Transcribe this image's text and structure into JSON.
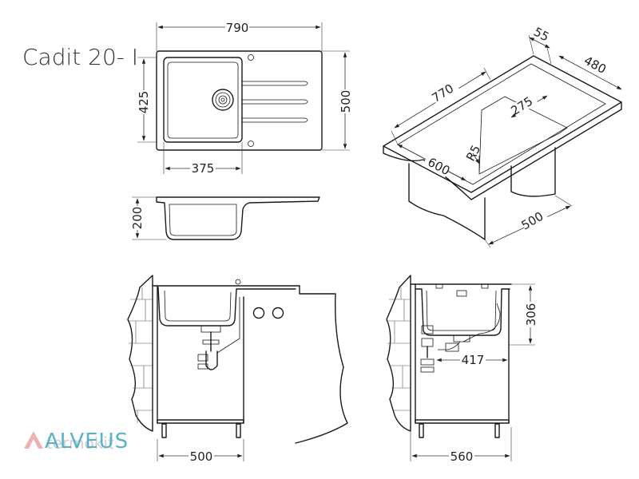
{
  "title": "Cadit 20- I",
  "brand": {
    "name": "ALVEUS",
    "watermark": "termokit"
  },
  "dimensions": {
    "top_width": "790",
    "top_depth": "500",
    "bowl_depth": "425",
    "bowl_width": "375",
    "side_height": "200",
    "iso_drain": "55",
    "iso_depth": "480",
    "iso_length": "770",
    "iso_bowl": "275",
    "iso_radius": "R5",
    "iso_cut": "600",
    "iso_cabinet": "500",
    "front_cabinet": "500",
    "side_cabinet": "560",
    "side_pipe": "417",
    "side_drop": "306"
  }
}
